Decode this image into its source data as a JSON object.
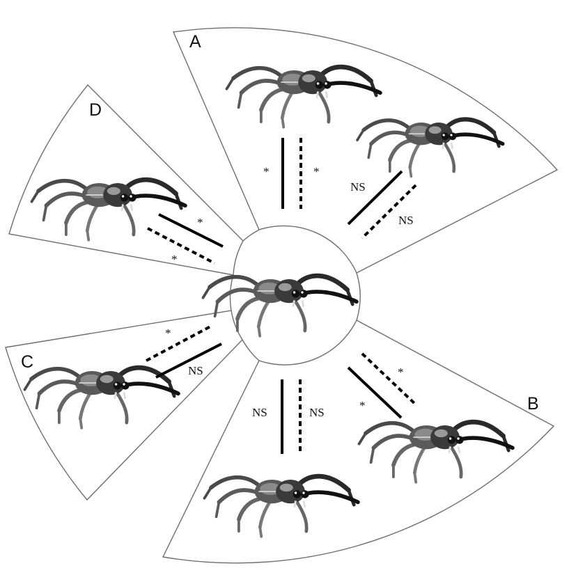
{
  "figure": {
    "panels": [
      {
        "id": "A",
        "label": "A",
        "solid_sig": "*",
        "dashed_sig": "*",
        "solid_sig_2": "NS",
        "dashed_sig_2": "NS"
      },
      {
        "id": "B",
        "label": "B",
        "solid_sig": "NS",
        "dashed_sig": "NS",
        "solid_sig_2": "*",
        "dashed_sig_2": "*"
      },
      {
        "id": "C",
        "label": "C",
        "solid_sig": "NS",
        "dashed_sig": "*"
      },
      {
        "id": "D",
        "label": "D",
        "solid_sig": "*",
        "dashed_sig": "*"
      }
    ],
    "colors": {
      "outline": "#6e6e6e",
      "line": "#000000",
      "spider": "#3a3a3a"
    },
    "line_styles": [
      "solid",
      "dashed"
    ],
    "icons": [
      "jumping-spider-icon"
    ]
  }
}
